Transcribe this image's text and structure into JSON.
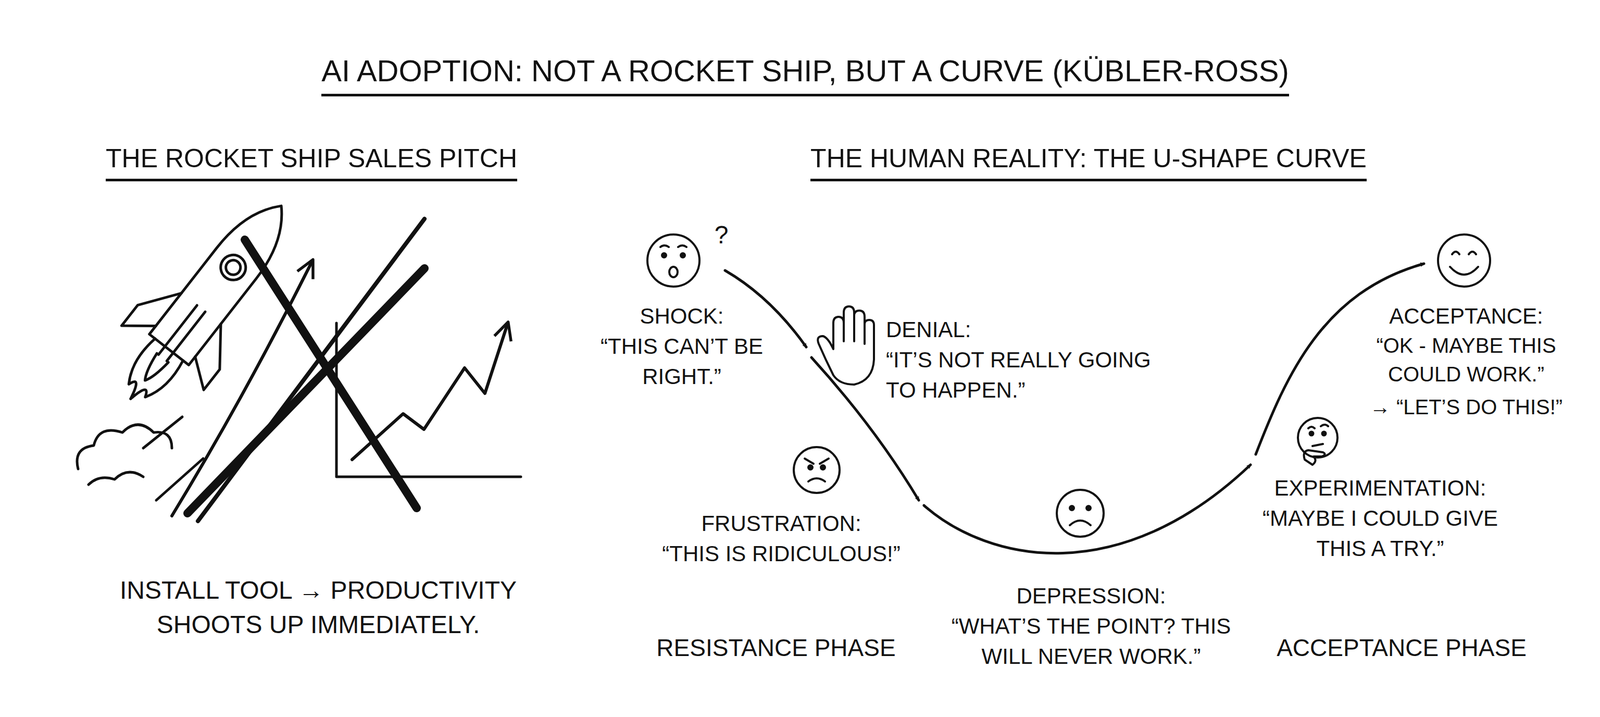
{
  "diagram": {
    "title": "AI ADOPTION: NOT A ROCKET SHIP, BUT A CURVE (KÜBLER-ROSS)",
    "labels": [
      "THE ROCKET SHIP SALES PITCH",
      "THE HUMAN REALITY: THE U-SHAPE CURVE",
      "INSTALL TOOL → PRODUCTIVITY SHOOTS UP IMMEDIATELY.",
      "?",
      "SHOCK:",
      "“THIS CAN’T BE RIGHT.”",
      "DENIAL:",
      "“IT’S NOT REALLY GOING TO HAPPEN.”",
      "FRUSTRATION:",
      "“THIS IS RIDICULOUS!”",
      "DEPRESSION:",
      "“WHAT’S THE POINT? THIS WILL NEVER WORK.”",
      "EXPERIMENTATION:",
      "“MAYBE I COULD GIVE THIS A TRY.”",
      "ACCEPTANCE:",
      "“OK - MAYBE THIS COULD WORK.”",
      "→ “LET’S DO THIS!”",
      "RESISTANCE PHASE",
      "ACCEPTANCE PHASE"
    ]
  }
}
